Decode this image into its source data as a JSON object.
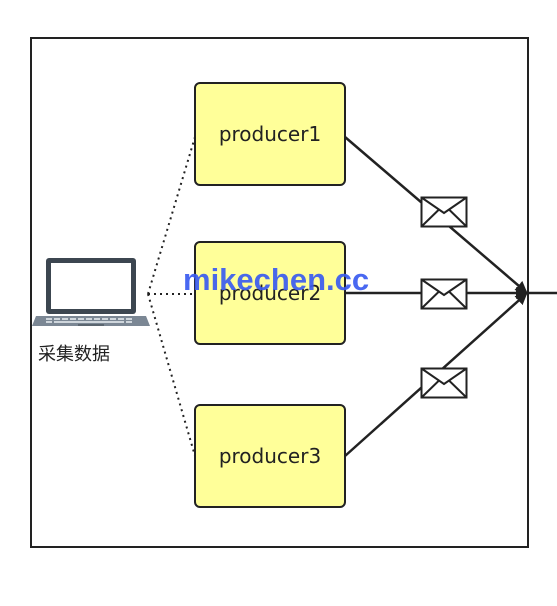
{
  "diagram": {
    "source_label": "采集数据",
    "producers": [
      {
        "label": "producer1"
      },
      {
        "label": "producer2"
      },
      {
        "label": "producer3"
      }
    ],
    "watermark": "mikechen.cc"
  },
  "icons": {
    "source": "laptop-icon",
    "message": "envelope-icon"
  },
  "colors": {
    "producer_fill": "#ffff99",
    "watermark": "#3a5cf0",
    "stroke": "#222222"
  }
}
